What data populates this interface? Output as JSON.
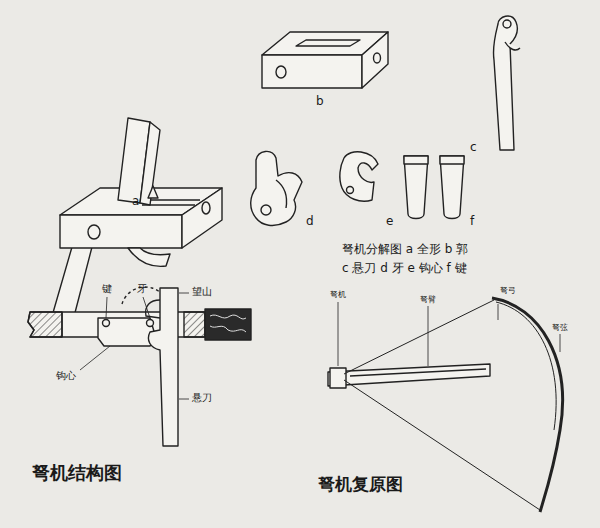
{
  "diagram": {
    "labels": [
      "a",
      "b",
      "c",
      "d",
      "e",
      "f",
      "弩机分解图 a 全形 b 郭 c 悬刀 d 牙 e 钩心 f 键",
      "键",
      "牙",
      "望山",
      "钩心",
      "悬刀",
      "弩机结构图",
      "弩机",
      "弩臂",
      "弩弓",
      "弩弦",
      "弩机复原图"
    ]
  }
}
